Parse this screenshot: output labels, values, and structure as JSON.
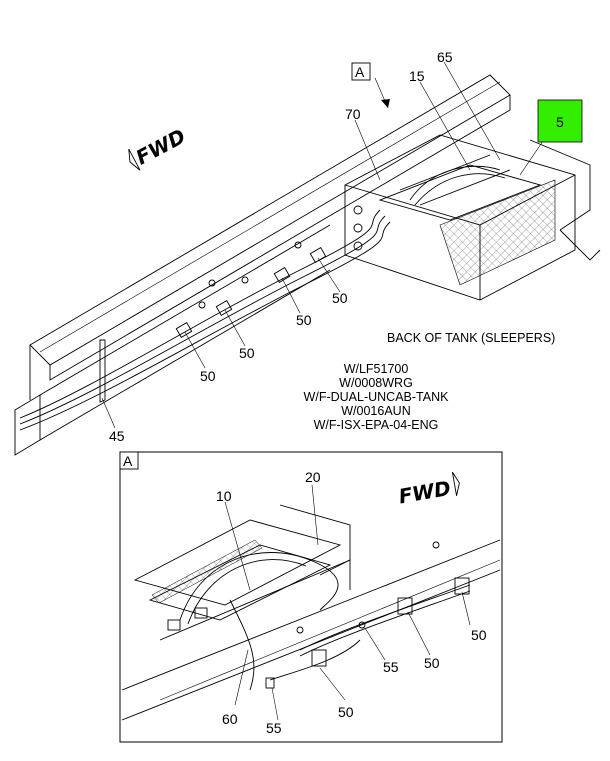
{
  "main_view": {
    "view_tag": "A",
    "fwd_label": "FWD",
    "callouts": {
      "c65": "65",
      "c15": "15",
      "c70": "70",
      "c5": "5",
      "c50a": "50",
      "c50b": "50",
      "c50c": "50",
      "c50d": "50",
      "c45": "45"
    },
    "highlight_color": "#33ee00",
    "caption": "BACK OF TANK (SLEEPERS)",
    "conditions": [
      "W/LF51700",
      "W/0008WRG",
      "W/F-DUAL-UNCAB-TANK",
      "W/0016AUN",
      "W/F-ISX-EPA-04-ENG"
    ]
  },
  "detail_view": {
    "view_tag": "A",
    "fwd_label": "FWD",
    "callouts": {
      "c20": "20",
      "c10": "10",
      "c50a": "50",
      "c55a": "55",
      "c50b": "50",
      "c60": "60",
      "c55b": "55",
      "c50c": "50"
    }
  }
}
